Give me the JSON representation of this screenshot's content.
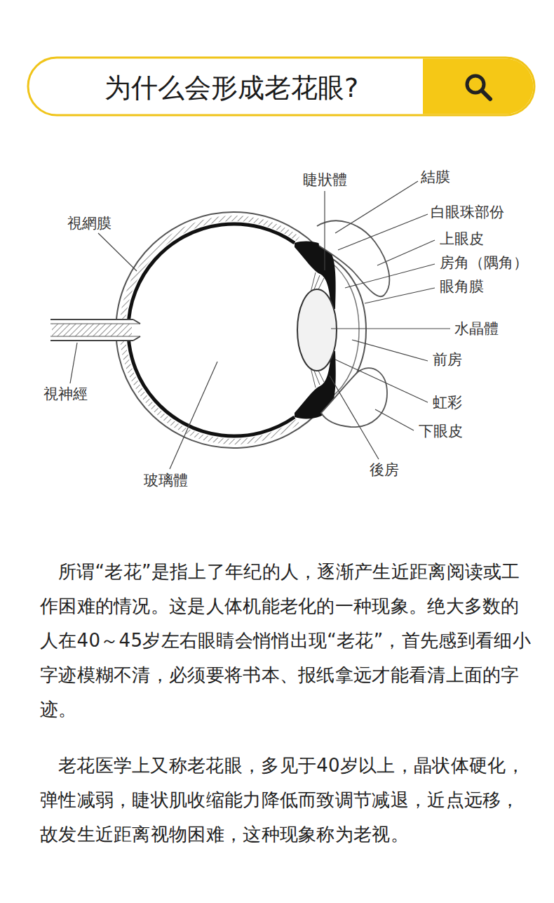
{
  "diagram": {
    "title": "为什么会形成老花眼?",
    "labels": [
      "睫狀體",
      "結膜",
      "白眼珠部份",
      "上眼皮",
      "房角（隅角）",
      "眼角膜",
      "水晶體",
      "前房",
      "虹彩",
      "下眼皮",
      "後房",
      "視網膜",
      "視神經",
      "玻璃體",
      "所谓“老花”是指上了年纪的人，逐渐产生近距离阅读或工作困难的情况。这是人体机能老化的一种现象。绝大多数的人在40～45岁左右眼睛会悄悄出现“老花”，首先感到看细小字迹模糊不清，必须要将书本、报纸拿远才能看清上面的字迹。",
      "老花医学上又称老花眼，多见于40岁以上，晶状体硬化，弹性减弱，睫状肌收缩能力降低而致调节减退，近点远移，故发生近距离视物困难，这种现象称为老视。"
    ]
  }
}
